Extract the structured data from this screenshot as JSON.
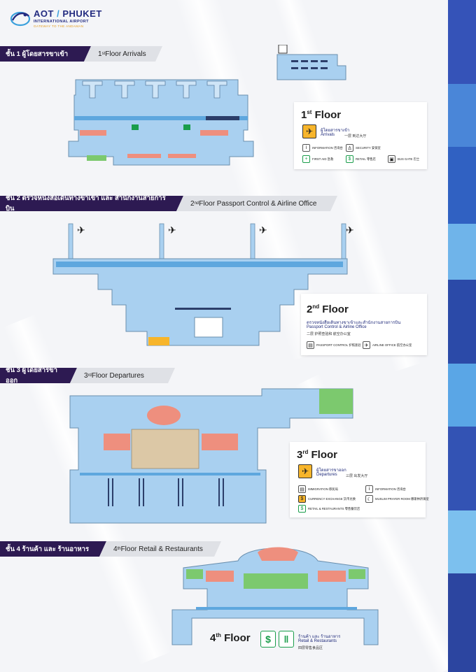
{
  "header": {
    "logo_main": "AOT",
    "logo_slash": "/",
    "logo_city": "PHUKET",
    "logo_sub1": "INTERNATIONAL AIRPORT",
    "logo_sub2": "GATEWAY TO THE ANDAMAN"
  },
  "colors": {
    "banner_dark": "#2d1a52",
    "banner_light": "#dfe1e6",
    "floor_blue": "#a9d0f0",
    "corridor_blue": "#5ea7de",
    "salmon": "#ee8f7e",
    "beige": "#dcc8a6",
    "green": "#7cc96e",
    "accent_yellow": "#f7b52b",
    "legend_green": "#1a9d4b"
  },
  "floors": [
    {
      "banner_thai": "ชั้น 1  ผู้โดยสารขาเข้า",
      "banner_num": "1",
      "banner_sup": "st",
      "banner_en": " Floor Arrivals",
      "card": {
        "title_num": "1",
        "title_sup": "st",
        "title_rest": " Floor",
        "sub_thai": "ผู้โดยสารขาเข้า",
        "sub_en": "Arrivals",
        "sub_cn": "一层 到达大厅",
        "legend": [
          {
            "icon": "information-icon",
            "glyph": "i",
            "label": "INFORMATION",
            "cn": "咨询台"
          },
          {
            "icon": "security-icon",
            "glyph": "♙",
            "label": "SECURITY",
            "cn": "安保室"
          },
          {
            "icon": "first-aid-icon",
            "glyph": "+",
            "label": "FIRST AID",
            "cn": "急救"
          },
          {
            "icon": "retail-icon",
            "glyph": "$",
            "label": "RETAIL",
            "cn": "零售店"
          },
          {
            "icon": "bus-gate-icon",
            "glyph": "▣",
            "label": "BUS GATE",
            "cn": "巴士"
          }
        ]
      }
    },
    {
      "banner_thai": "ชั้น 2  ตรวจหนังสือเดินทางขาเข้า และ สำนักงานสายการบิน",
      "banner_num": "2",
      "banner_sup": "nd",
      "banner_en": " Floor Passport Control & Airline Office",
      "card": {
        "title_num": "2",
        "title_sup": "nd",
        "title_rest": " Floor",
        "sub_thai": "ตรวจหนังสือเดินทางขาเข้าและสำนักงานสายการบิน",
        "sub_en": "Passport Control & Airline Office",
        "sub_cn": "二层 护照查验和 航空办公室",
        "legend": [
          {
            "icon": "passport-control-icon",
            "glyph": "▤",
            "label": "PASSPORT CONTROL",
            "cn": "护照查验"
          },
          {
            "icon": "airline-office-icon",
            "glyph": "✈",
            "label": "AIRLINE OFFICE",
            "cn": "航空办公室"
          }
        ]
      }
    },
    {
      "banner_thai": "ชั้น 3  ผู้โดยสารขาออก",
      "banner_num": "3",
      "banner_sup": "rd",
      "banner_en": " Floor Departures",
      "card": {
        "title_num": "3",
        "title_sup": "rd",
        "title_rest": " Floor",
        "sub_thai": "ผู้โดยสารขาออก",
        "sub_en": "Departures",
        "sub_cn": "三层 出发大厅",
        "legend": [
          {
            "icon": "immigration-icon",
            "glyph": "▤",
            "label": "IMMIGRATION",
            "cn": "移民局"
          },
          {
            "icon": "information-icon",
            "glyph": "i",
            "label": "INFORMATION",
            "cn": "咨询台"
          },
          {
            "icon": "currency-exchange-icon",
            "glyph": "$",
            "label": "CURRENCY EXCHANGE",
            "cn": "货币兑换"
          },
          {
            "icon": "muslim-prayer-room-icon",
            "glyph": "☾",
            "label": "MUSLIM PRAYER ROOM",
            "cn": "穆斯林祈祷室"
          },
          {
            "icon": "retail-restaurants-icon",
            "glyph": "$",
            "label": "RETAIL & RESTAURANTS",
            "cn": "零售餐饮店"
          }
        ]
      }
    },
    {
      "banner_thai": "ชั้น 4  ร้านค้า และ ร้านอาหาร",
      "banner_num": "4",
      "banner_sup": "th",
      "banner_en": " Floor Retail & Restaurants",
      "card": {
        "title_num": "4",
        "title_sup": "th",
        "title_rest": " Floor",
        "sub_thai": "ร้านค้า และ ร้านอาหาร",
        "sub_en": "Retail & Restaurants",
        "sub_cn": "四层零售食品区"
      }
    }
  ]
}
